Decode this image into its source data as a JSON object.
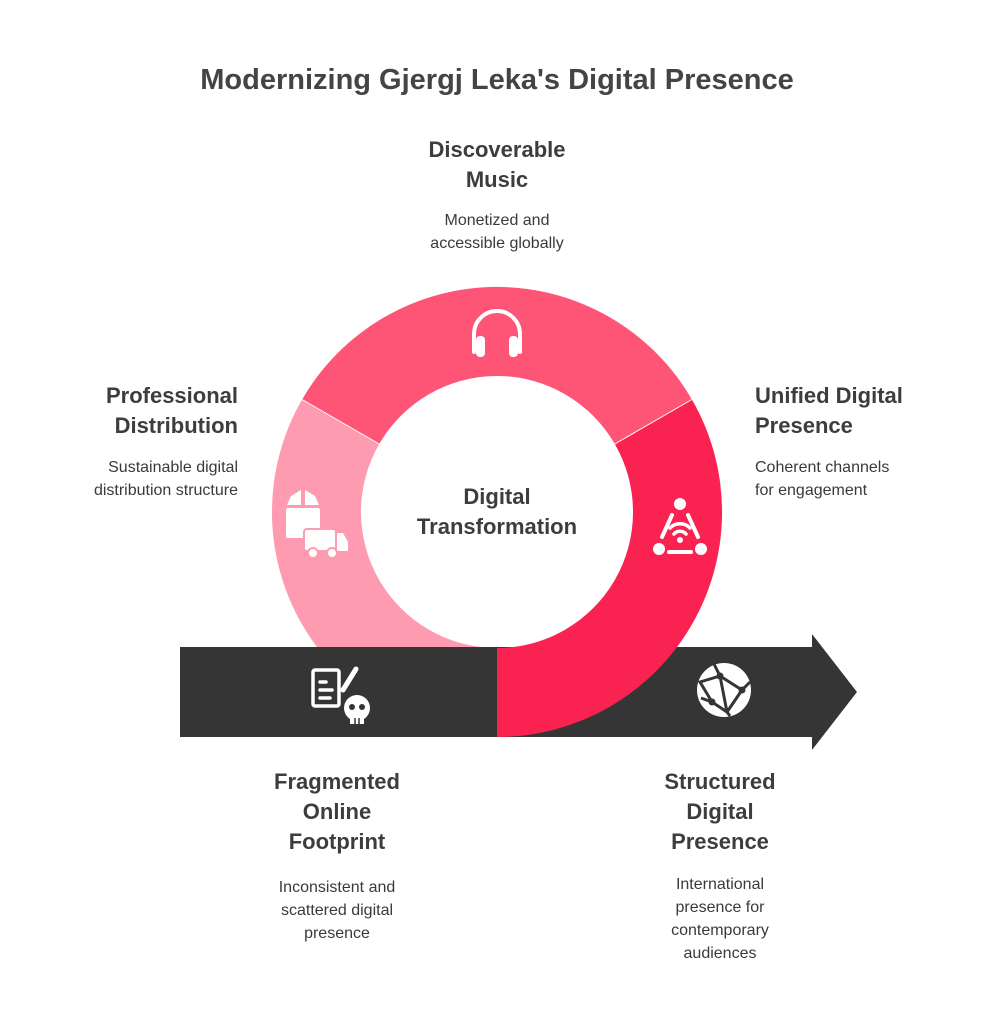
{
  "title": "Modernizing Gjergj Leka's Digital Presence",
  "center": {
    "line1": "Digital",
    "line2": "Transformation"
  },
  "stages": {
    "discoverable": {
      "title1": "Discoverable",
      "title2": "Music",
      "desc1": "Monetized and",
      "desc2": "accessible globally",
      "icon": "headphones-icon"
    },
    "professional": {
      "title1": "Professional",
      "title2": "Distribution",
      "desc1": "Sustainable digital",
      "desc2": "distribution structure",
      "icon": "delivery-truck-icon"
    },
    "unified": {
      "title1": "Unified Digital",
      "title2": "Presence",
      "desc1": "Coherent channels",
      "desc2": "for engagement",
      "icon": "network-icon"
    },
    "fragmented": {
      "title1": "Fragmented",
      "title2": "Online",
      "title3": "Footprint",
      "desc1": "Inconsistent and",
      "desc2": "scattered digital",
      "desc3": "presence",
      "icon": "document-skull-icon"
    },
    "structured": {
      "title1": "Structured",
      "title2": "Digital",
      "title3": "Presence",
      "desc1": "International",
      "desc2": "presence for",
      "desc3": "contemporary",
      "desc4": "audiences",
      "icon": "globe-icon"
    }
  },
  "colors": {
    "top": "#fe5577",
    "right": "#f92251",
    "left": "#ff9bb0",
    "arrow": "#353535"
  }
}
